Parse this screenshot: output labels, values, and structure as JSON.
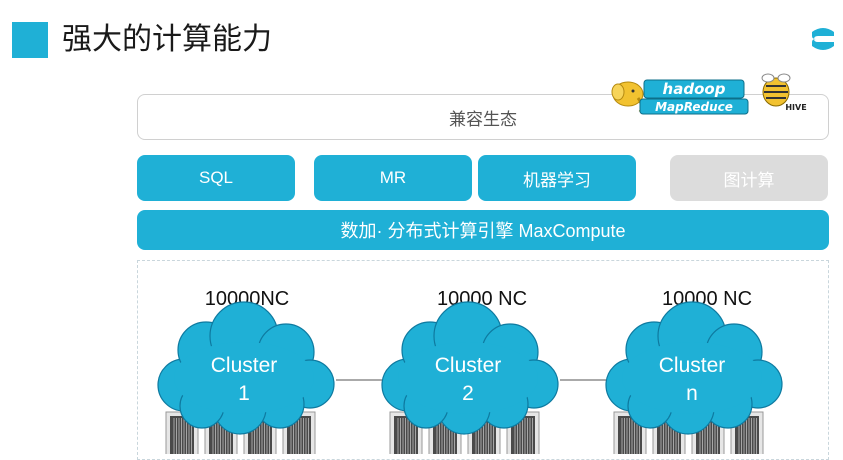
{
  "title": "强大的计算能力",
  "colors": {
    "accent": "#1fb0d6",
    "disabled": "#dcdcdc",
    "server": "#4a4a4a"
  },
  "ecosystem": {
    "label": "兼容生态"
  },
  "modules": [
    {
      "label": "SQL",
      "enabled": true
    },
    {
      "label": "MR",
      "enabled": true
    },
    {
      "label": "机器学习",
      "enabled": true
    },
    {
      "label": "图计算",
      "enabled": false
    }
  ],
  "engine": {
    "label": "数加· 分布式计算引擎 MaxCompute"
  },
  "logos": {
    "hadoop_line1": "hadoop",
    "hadoop_line2": "MapReduce",
    "hive": "HIVE"
  },
  "clusters": [
    {
      "capacity": "10000NC",
      "name": "Cluster",
      "index": "1"
    },
    {
      "capacity": "10000 NC",
      "name": "Cluster",
      "index": "2"
    },
    {
      "capacity": "10000 NC",
      "name": "Cluster",
      "index": "n"
    }
  ]
}
